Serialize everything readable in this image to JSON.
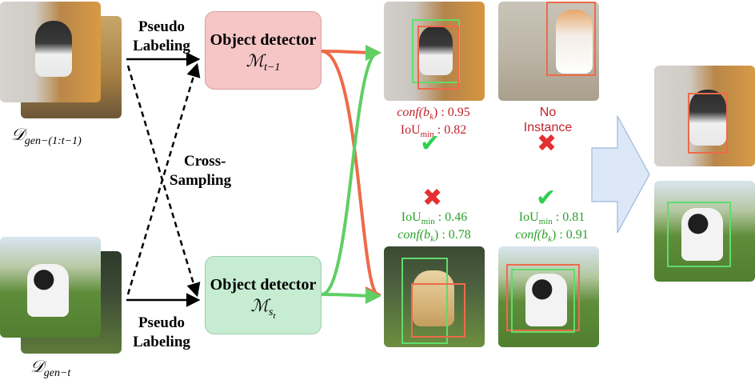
{
  "labels": {
    "pseudo_top_l1": "Pseudo",
    "pseudo_top_l2": "Labeling",
    "pseudo_bot_l1": "Pseudo",
    "pseudo_bot_l2": "Labeling",
    "cross_l1": "Cross-",
    "cross_l2": "Sampling",
    "no_instance_l1": "No",
    "no_instance_l2": "Instance"
  },
  "datasets": {
    "prev": {
      "symbol": "𝒟",
      "subscript": "gen−(1:t−1)"
    },
    "curr": {
      "symbol": "𝒟",
      "subscript": "gen−t"
    }
  },
  "detectors": {
    "prev": {
      "title": "Object detector",
      "symbol": "ℳ",
      "subscript": "t−1"
    },
    "curr": {
      "title": "Object detector",
      "symbol": "ℳ",
      "subscript": "s",
      "subsub": "t"
    }
  },
  "metrics": {
    "top_left": {
      "conf_label": "conf(b",
      "conf_k": "k",
      "conf_value": ") : 0.95",
      "iou_label": "IoU",
      "iou_sub": "min",
      "iou_value": " : 0.82"
    },
    "bottom_left": {
      "iou_label": "IoU",
      "iou_sub": "min",
      "iou_value": " : 0.46",
      "conf_label": "conf(b",
      "conf_k": "k",
      "conf_value": ") : 0.78"
    },
    "bottom_right": {
      "iou_label": "IoU",
      "iou_sub": "min",
      "iou_value": " : 0.81",
      "conf_label": "conf(b",
      "conf_k": "k",
      "conf_value": ") : 0.91"
    }
  },
  "marks": {
    "check": "✔",
    "cross": "✖"
  },
  "colors": {
    "detector_prev_fill": "#f6c6c6",
    "detector_curr_fill": "#c6ecd2",
    "red_arrow": "#ee6a4a",
    "green_arrow": "#5fcf63",
    "check": "#2fcf4f",
    "cross": "#e43030",
    "big_arrow_fill": "#dce8f7"
  }
}
